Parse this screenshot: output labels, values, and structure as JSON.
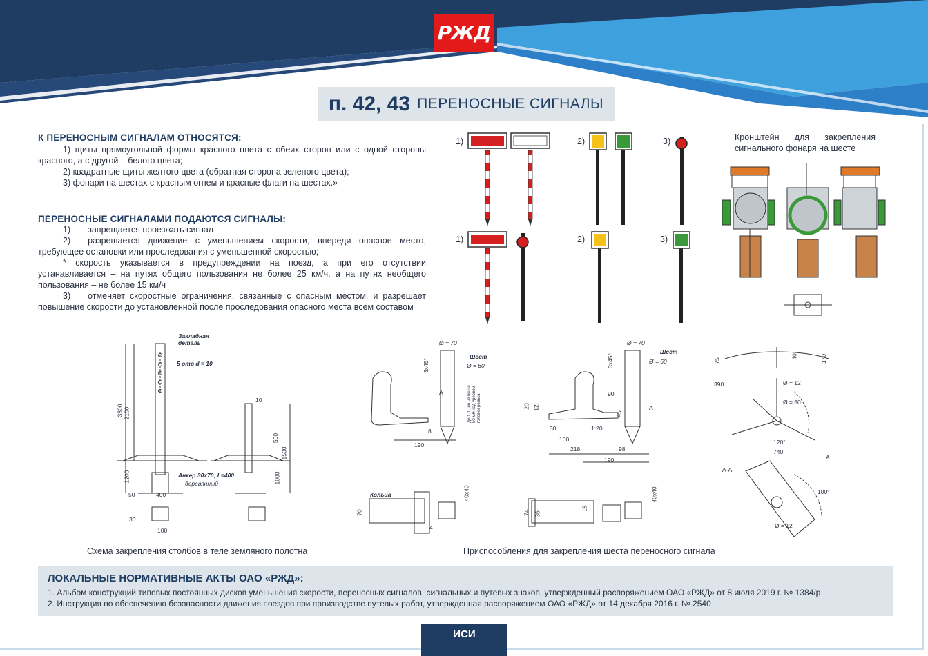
{
  "header": {
    "logo_text": "РЖД",
    "title_number": "п. 42, 43",
    "title_text": "ПЕРЕНОСНЫЕ СИГНАЛЫ"
  },
  "section1": {
    "heading": "К ПЕРЕНОСНЫМ СИГНАЛАМ ОТНОСЯТСЯ:",
    "items": [
      "1) щиты прямоугольной формы красного цвета с обеих сторон или с одной стороны красного, а с другой – белого цвета;",
      "2) квадратные щиты желтого цвета (обратная сторона зеленого цвета);",
      "3) фонари на шестах с красным огнем и красные флаги на шестах.»"
    ]
  },
  "section2": {
    "heading": "ПЕРЕНОСНЫЕ СИГНАЛАМИ ПОДАЮТСЯ СИГНАЛЫ:",
    "items": [
      "1)  запрещается проезжать сигнал",
      "2)  разрешается движение с уменьшением скорости, впереди опасное место, требующее остановки или проследования с уменьшенной скоростью;",
      "* скорость указывается в предупреждении на поезд, а при его отсутствии устанавливается – на путях общего пользования не более 25 км/ч, а на путях необщего пользования – не более 15 км/ч",
      "3)  отменяет скоростные ограничения, связанные с опасным местом, и разрешает повышение скорости до установленной после проследования опасного места всем составом"
    ]
  },
  "signals": {
    "row1_labels": [
      "1)",
      "2)",
      "3)"
    ],
    "row2_labels": [
      "1)",
      "2)",
      "3)"
    ]
  },
  "bracket_caption": "Кронштейн для закрепления сигнального фонаря на шесте",
  "drawing_texts": {
    "d1": [
      "Закладная деталь",
      "5 отв d = 10",
      "Анкер 30х70; L=400",
      "деревянный",
      "3300",
      "2100",
      "1200",
      "400",
      "100",
      "50",
      "30",
      "10",
      "500",
      "1500",
      "1000"
    ],
    "d2": [
      "Ø = 70",
      "Шест",
      "Ø = 60",
      "3х45°",
      "190",
      "8",
      "Кольца",
      "А",
      "До 170, но не выше 50 мм над уровнем головки рельса",
      "70",
      "40х40",
      "4"
    ],
    "d3": [
      "Ø = 70",
      "Шест",
      "Ø = 60",
      "3х45°",
      "20",
      "12",
      "90",
      "30",
      "100",
      "1:20",
      "45",
      "218",
      "98",
      "190",
      "А",
      "74",
      "40х40",
      "36",
      "18"
    ],
    "d4": [
      "390",
      "Ø = 12",
      "Ø = 50",
      "120°",
      "740",
      "А-А",
      "100°",
      "Ø = 12",
      "А",
      "170",
      "40",
      "75"
    ]
  },
  "captions": {
    "left": "Схема закрепления столбов в теле земляного полотна",
    "right": "Приспособления для закрепления шеста переносного сигнала"
  },
  "bottom": {
    "heading": "ЛОКАЛЬНЫЕ НОРМАТИВНЫЕ АКТЫ ОАО «РЖД»:",
    "lines": [
      "1. Альбом конструкций типовых постоянных дисков уменьшения скорости, переносных сигналов, сигнальных и путевых знаков, утвержденный распоряжением ОАО «РЖД» от 8 июля 2019 г. № 1384/р",
      "2. Инструкция по обеспечению безопасности движения поездов при производстве путевых работ, утвержденная распоряжением ОАО «РЖД» от 14 декабря 2016 г. № 2540"
    ]
  },
  "footer_tab": "ИСИ",
  "colors": {
    "navy": "#1f3c63",
    "blue": "#2d7fc8",
    "light_blue": "#4fa3e0",
    "red": "#d42020",
    "yellow": "#f6c21a",
    "green": "#3a9a3a",
    "panel": "#dde4ea"
  }
}
